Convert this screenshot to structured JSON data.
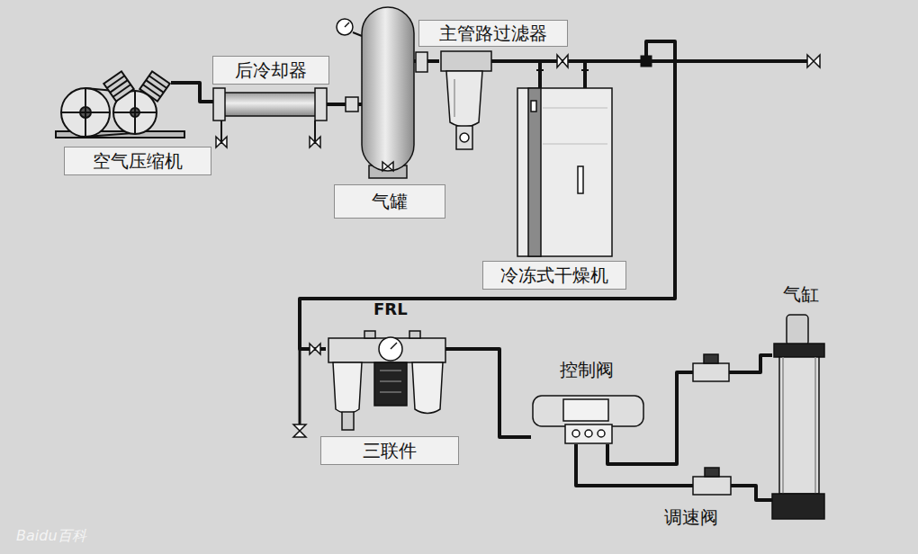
{
  "diagram": {
    "nodes": [
      {
        "text": [
          "空气压缩机"
        ]
      },
      {
        "text": [
          "后冷却器"
        ]
      },
      {
        "text": [
          "气罐"
        ]
      },
      {
        "text": [
          "主管路过滤器"
        ]
      },
      {
        "text": [
          "冷冻式干燥机"
        ]
      },
      {
        "text": [
          "FRL",
          "三联件"
        ]
      },
      {
        "text": [
          "控制阀"
        ]
      },
      {
        "text": [
          "调速阀"
        ]
      },
      {
        "text": [
          "气缸"
        ]
      }
    ],
    "edges": [
      {
        "from": 0,
        "to": 1,
        "arrow": "none"
      },
      {
        "from": 1,
        "to": 2,
        "arrow": "none"
      },
      {
        "from": 2,
        "to": 3,
        "arrow": "none"
      },
      {
        "from": 3,
        "to": 4,
        "arrow": "none"
      },
      {
        "from": 4,
        "to": 5,
        "arrow": "none"
      },
      {
        "from": 5,
        "to": 6,
        "arrow": "none"
      },
      {
        "from": 6,
        "to": 8,
        "arrow": "none"
      },
      {
        "from": 6,
        "to": 7,
        "arrow": "none"
      },
      {
        "from": 7,
        "to": 8,
        "arrow": "none"
      }
    ],
    "labels": [
      "Baidu百科"
    ]
  }
}
